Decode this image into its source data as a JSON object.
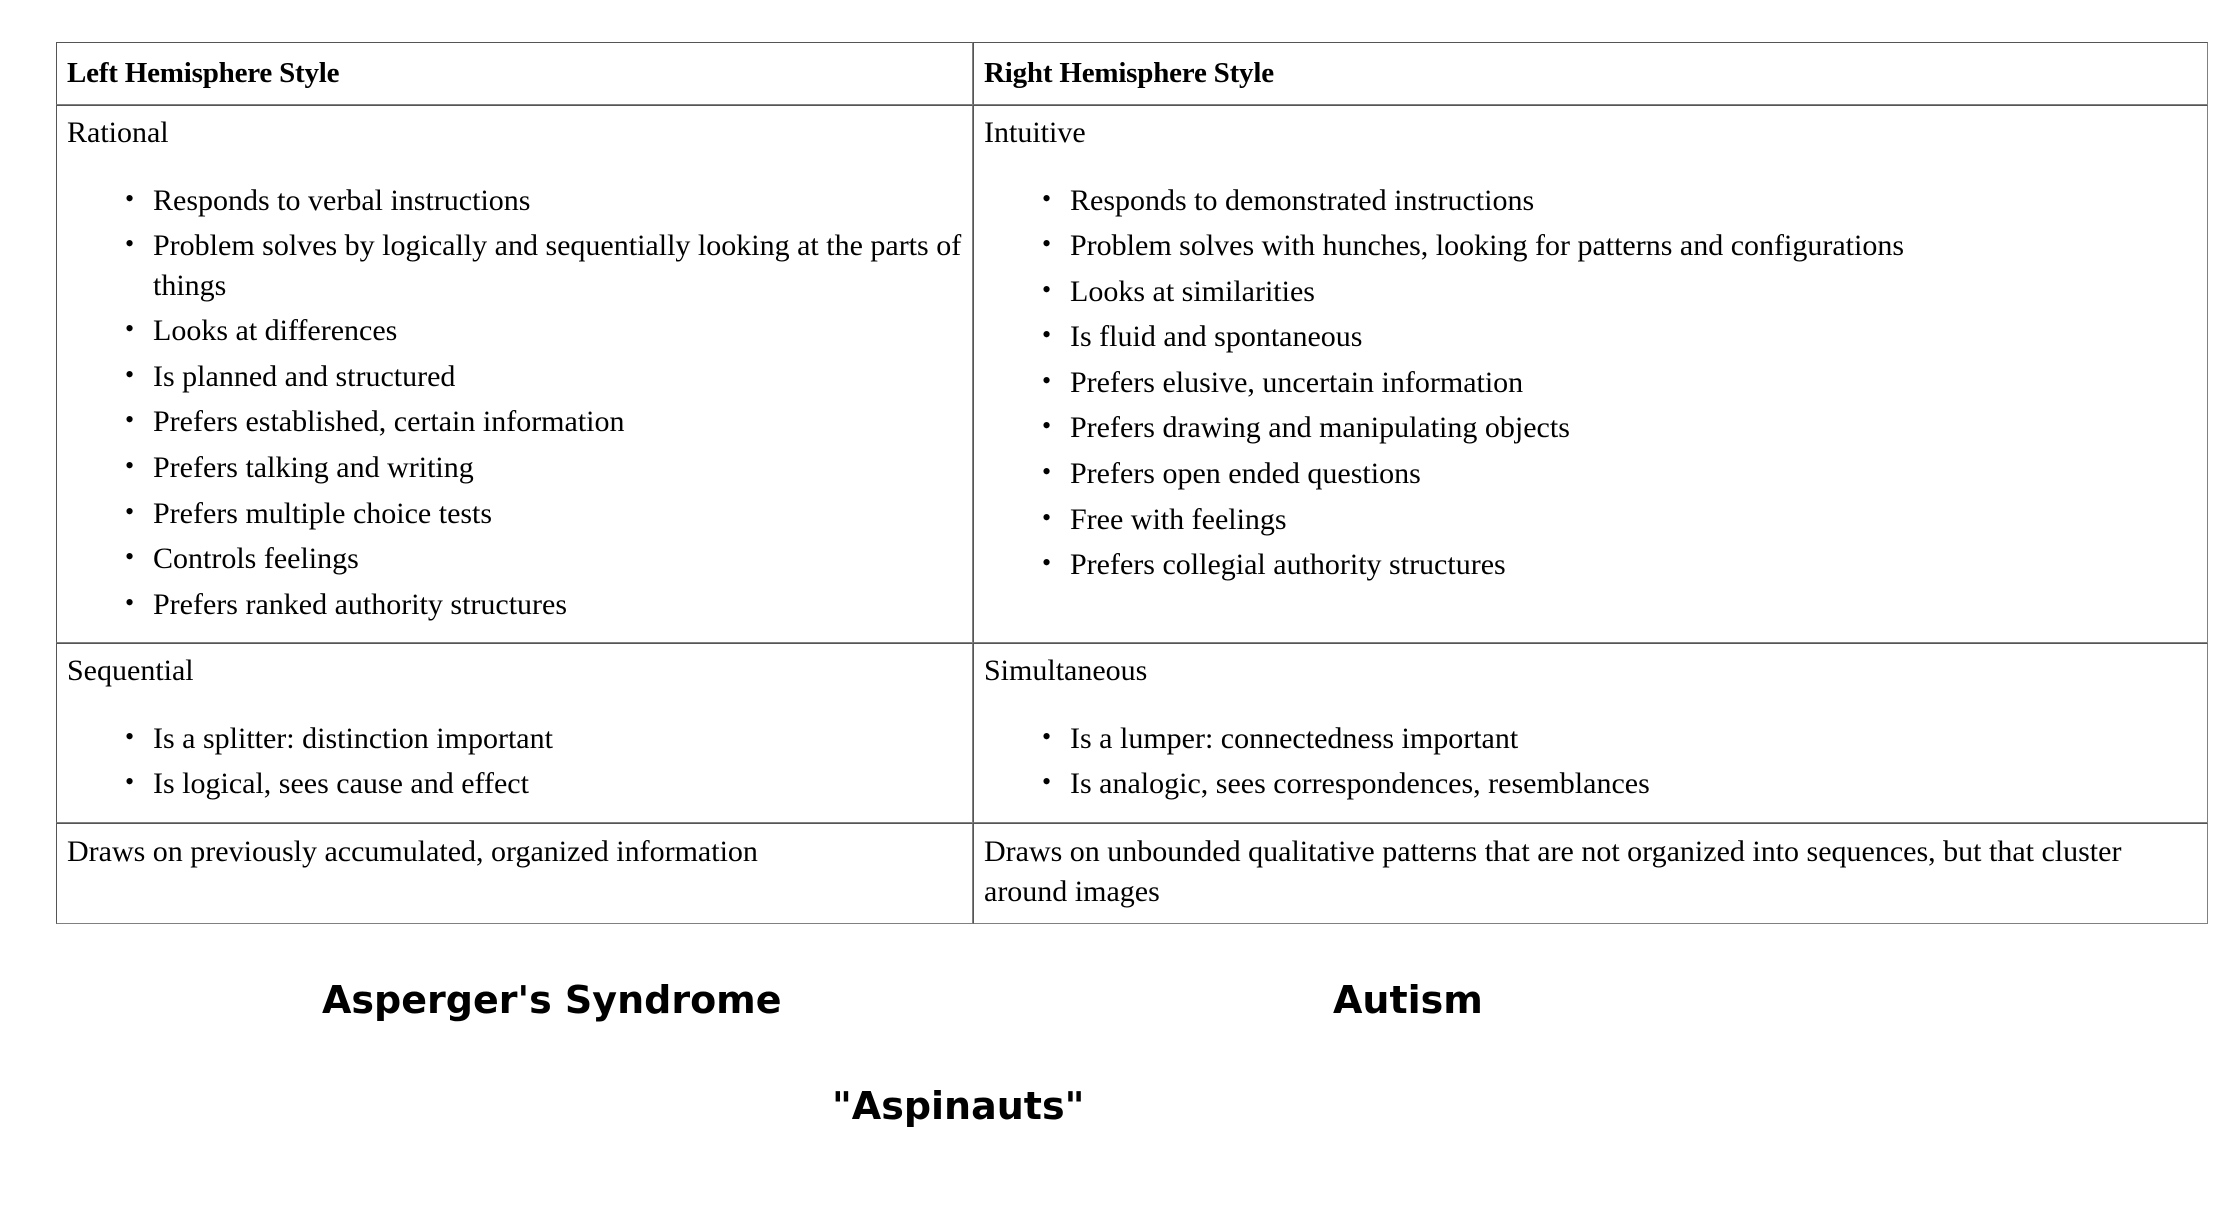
{
  "table": {
    "headers": {
      "left": "Left Hemisphere Style",
      "right": "Right Hemisphere Style"
    },
    "rows": [
      {
        "left": {
          "lead": "Rational",
          "items": [
            "Responds to verbal instructions",
            "Problem solves by logically and sequentially looking at the parts of things",
            "Looks at differences",
            "Is planned and structured",
            "Prefers established, certain information",
            "Prefers talking and writing",
            "Prefers multiple choice tests",
            "Controls feelings",
            "Prefers ranked authority structures"
          ]
        },
        "right": {
          "lead": "Intuitive",
          "items": [
            "Responds to demonstrated instructions",
            "Problem solves with hunches, looking for patterns and configurations",
            "Looks at similarities",
            "Is fluid and spontaneous",
            "Prefers elusive, uncertain information",
            "Prefers drawing and manipulating objects",
            "Prefers open ended questions",
            "Free with feelings",
            "Prefers collegial authority structures"
          ]
        }
      },
      {
        "left": {
          "lead": "Sequential",
          "items": [
            "Is a splitter: distinction important",
            "Is logical, sees cause and effect"
          ]
        },
        "right": {
          "lead": "Simultaneous",
          "items": [
            "Is a lumper: connectedness important",
            "Is analogic, sees correspondences, resemblances"
          ]
        }
      },
      {
        "left": {
          "text": "Draws on previously accumulated, organized information"
        },
        "right": {
          "text": "Draws on unbounded qualitative patterns that are not organized into sequences, but that cluster around images"
        }
      }
    ]
  },
  "captions": {
    "left": "Asperger's Syndrome",
    "right": "Autism",
    "center": "\"Aspinauts\""
  },
  "colors": {
    "background": "#ffffff",
    "text": "#000000",
    "border": "#808080",
    "border_dark": "#555555"
  }
}
